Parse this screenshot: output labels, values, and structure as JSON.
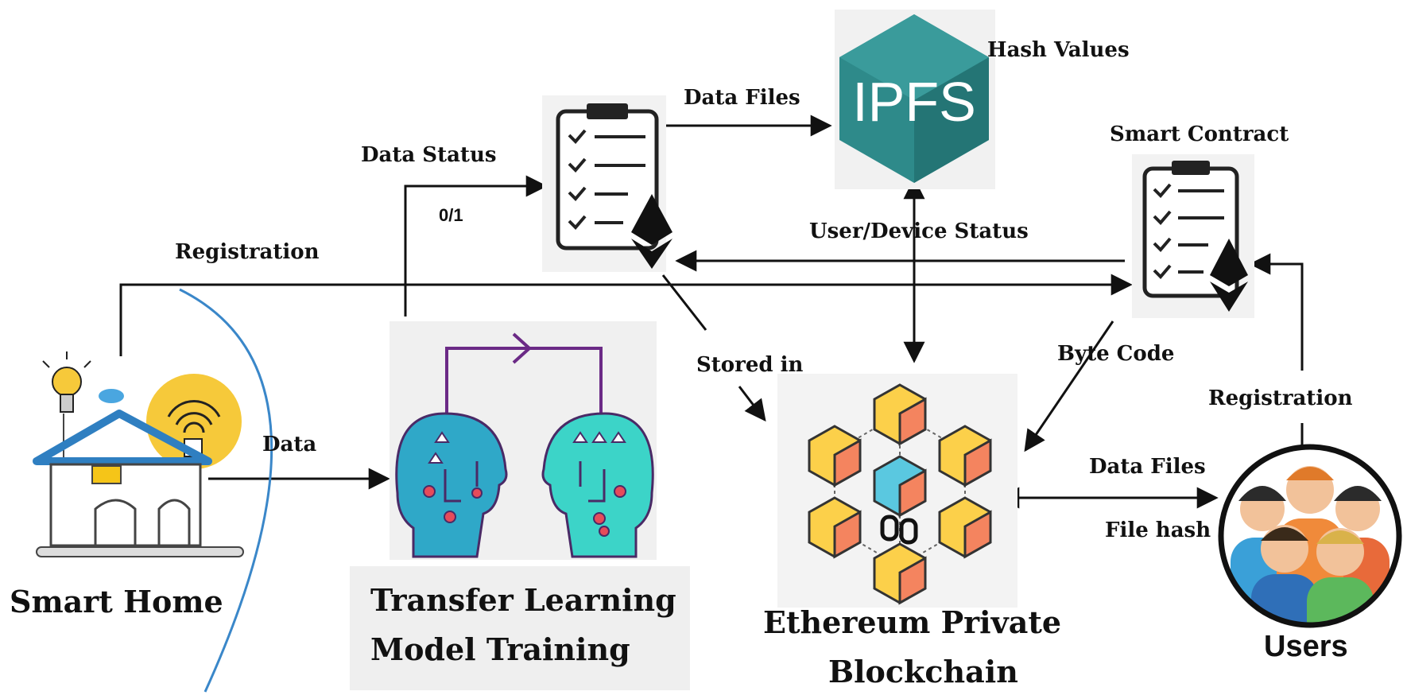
{
  "labels": {
    "hash_values": "Hash Values",
    "data_files_top": "Data Files",
    "smart_contract": "Smart Contract",
    "data_status": "Data Status",
    "zero_one": "0/1",
    "registration_left": "Registration",
    "user_device_status": "User/Device Status",
    "stored_in": "Stored in",
    "byte_code": "Byte Code",
    "registration_right": "Registration",
    "data": "Data",
    "data_files_right": "Data Files",
    "file_hash": "File hash",
    "smart_home": "Smart Home",
    "transfer_learning_line1": "Transfer Learning",
    "transfer_learning_line2": "Model Training",
    "ethereum_line1": "Ethereum Private",
    "ethereum_line2": "Blockchain",
    "users": "Users",
    "ipfs": "IPFS"
  },
  "colors": {
    "ipfs_teal": "#2e8a8a",
    "ipfs_dark": "#1f6b6b",
    "bulb": "#f6c93a",
    "house_blue": "#2f7fc1",
    "house_yellow": "#f5c518",
    "head_blue": "#2fa8c8",
    "head_cyan": "#3cd4c8",
    "circuit_purple": "#6b2a86",
    "block_yellow": "#fcd04a",
    "block_orange": "#f4845f",
    "block_cyan": "#5ac8e0",
    "users_border": "#111111"
  },
  "icons": [
    "ipfs-logo-icon",
    "contract-clipboard-icon",
    "ethereum-icon",
    "smart-home-icon",
    "ai-heads-icon",
    "blockchain-icon",
    "users-group-icon"
  ]
}
